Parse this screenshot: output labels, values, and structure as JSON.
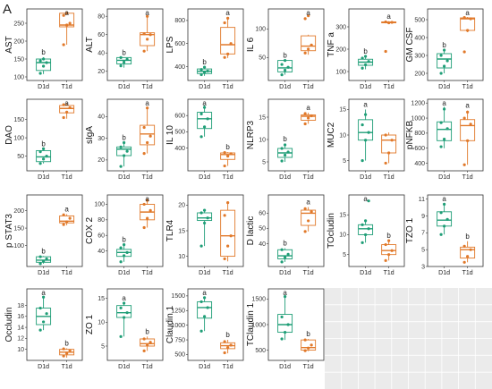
{
  "figure": {
    "panel_label": "A",
    "colors": {
      "d1": "#1f9e77",
      "t1": "#e1792a",
      "blank_grid": "#ebebeb"
    }
  },
  "chart_data": [
    {
      "type": "box",
      "ylabel": "AST",
      "ticks": [
        100,
        150,
        200,
        250
      ],
      "ylim": [
        90,
        290
      ],
      "grid": false,
      "categories": [
        "D1d",
        "T1d"
      ],
      "series": [
        {
          "name": "D1d",
          "q1": 118,
          "median": 140,
          "q3": 150,
          "whisker_low": 108,
          "whisker_high": 155,
          "points": [
            110,
            130,
            140,
            145,
            150
          ],
          "sig": "b"
        },
        {
          "name": "T1d",
          "q1": 240,
          "median": 245,
          "q3": 278,
          "whisker_low": 190,
          "whisker_high": 278,
          "points": [
            190,
            245,
            250,
            272,
            278
          ],
          "sig": "a"
        }
      ]
    },
    {
      "type": "box",
      "ylabel": "ALT",
      "ticks": [
        20,
        40,
        60,
        80
      ],
      "ylim": [
        10,
        88
      ],
      "grid": false,
      "categories": [
        "D1d",
        "T1d"
      ],
      "series": [
        {
          "name": "D1d",
          "q1": 28,
          "median": 32,
          "q3": 35,
          "whisker_low": 24,
          "whisker_high": 35,
          "points": [
            26,
            30,
            33,
            35
          ],
          "sig": "b"
        },
        {
          "name": "T1d",
          "q1": 48,
          "median": 60,
          "q3": 62,
          "whisker_low": 42,
          "whisker_high": 80,
          "points": [
            42,
            55,
            60,
            61,
            80
          ],
          "sig": "a"
        }
      ]
    },
    {
      "type": "box",
      "ylabel": "LPS",
      "ticks": [
        400,
        600,
        800
      ],
      "ylim": [
        280,
        900
      ],
      "grid": false,
      "categories": [
        "D1d",
        "T1d"
      ],
      "series": [
        {
          "name": "D1d",
          "q1": 340,
          "median": 360,
          "q3": 380,
          "whisker_low": 320,
          "whisker_high": 395,
          "points": [
            330,
            350,
            362,
            375,
            395
          ],
          "sig": "b"
        },
        {
          "name": "T1d",
          "q1": 510,
          "median": 590,
          "q3": 740,
          "whisker_low": 475,
          "whisker_high": 830,
          "points": [
            480,
            510,
            600,
            780,
            820
          ],
          "sig": "a"
        }
      ]
    },
    {
      "type": "box",
      "ylabel": "IL 6",
      "ticks": [
        50,
        100
      ],
      "ylim": [
        10,
        135
      ],
      "grid": false,
      "categories": [
        "D1d",
        "T1d"
      ],
      "series": [
        {
          "name": "D1d",
          "q1": 25,
          "median": 32,
          "q3": 45,
          "whisker_low": 20,
          "whisker_high": 45,
          "points": [
            20,
            28,
            33,
            38,
            45
          ],
          "sig": "b"
        },
        {
          "name": "T1d",
          "q1": 62,
          "median": 70,
          "q3": 88,
          "whisker_low": 55,
          "whisker_high": 90,
          "points": [
            58,
            65,
            72,
            118,
            123
          ],
          "sig": "a"
        }
      ]
    },
    {
      "type": "box",
      "ylabel": "TNF a",
      "ticks": [
        100,
        200,
        300
      ],
      "ylim": [
        60,
        380
      ],
      "grid": false,
      "categories": [
        "D1d",
        "T1d"
      ],
      "series": [
        {
          "name": "D1d",
          "q1": 128,
          "median": 142,
          "q3": 155,
          "whisker_low": 110,
          "whisker_high": 168,
          "points": [
            115,
            130,
            145,
            160,
            168
          ],
          "sig": "b"
        },
        {
          "name": "T1d",
          "q1": 318,
          "median": 320,
          "q3": 322,
          "whisker_low": 316,
          "whisker_high": 325,
          "points": [
            190,
            318,
            320,
            322
          ],
          "sig": "a"
        }
      ]
    },
    {
      "type": "box",
      "ylabel": "GM CSF",
      "ticks": [
        200,
        300,
        400,
        500
      ],
      "ylim": [
        160,
        560
      ],
      "grid": false,
      "categories": [
        "D1d",
        "T1d"
      ],
      "series": [
        {
          "name": "D1d",
          "q1": 230,
          "median": 280,
          "q3": 310,
          "whisker_low": 200,
          "whisker_high": 330,
          "points": [
            200,
            240,
            270,
            300,
            330
          ],
          "sig": "b"
        },
        {
          "name": "T1d",
          "q1": 440,
          "median": 505,
          "q3": 510,
          "whisker_low": 430,
          "whisker_high": 515,
          "points": [
            320,
            440,
            505,
            512
          ],
          "sig": "a"
        }
      ]
    },
    {
      "type": "box",
      "ylabel": "DAO",
      "ticks": [
        50,
        100,
        150
      ],
      "ylim": [
        10,
        205
      ],
      "grid": false,
      "categories": [
        "D1d",
        "T1d"
      ],
      "series": [
        {
          "name": "D1d",
          "q1": 35,
          "median": 48,
          "q3": 65,
          "whisker_low": 30,
          "whisker_high": 70,
          "points": [
            30,
            42,
            50,
            62,
            70
          ],
          "sig": "b"
        },
        {
          "name": "T1d",
          "q1": 168,
          "median": 180,
          "q3": 188,
          "whisker_low": 152,
          "whisker_high": 195,
          "points": [
            155,
            170,
            182,
            190
          ],
          "sig": "a"
        }
      ]
    },
    {
      "type": "box",
      "ylabel": "sIgA",
      "ticks": [
        20,
        30,
        40
      ],
      "ylim": [
        15,
        48
      ],
      "grid": false,
      "categories": [
        "D1d",
        "T1d"
      ],
      "series": [
        {
          "name": "D1d",
          "q1": 22,
          "median": 25,
          "q3": 26,
          "whisker_low": 17,
          "whisker_high": 28,
          "points": [
            17,
            22,
            24,
            26,
            28
          ],
          "sig": "b"
        },
        {
          "name": "T1d",
          "q1": 27,
          "median": 32,
          "q3": 36,
          "whisker_low": 23,
          "whisker_high": 44,
          "points": [
            23,
            28,
            31,
            35,
            44
          ],
          "sig": "a"
        }
      ]
    },
    {
      "type": "box",
      "ylabel": "IL 10",
      "ticks": [
        400,
        500,
        600
      ],
      "ylim": [
        260,
        700
      ],
      "grid": false,
      "categories": [
        "D1d",
        "T1d"
      ],
      "series": [
        {
          "name": "D1d",
          "q1": 520,
          "median": 580,
          "q3": 620,
          "whisker_low": 470,
          "whisker_high": 665,
          "points": [
            470,
            530,
            580,
            610,
            650
          ],
          "sig": "a"
        },
        {
          "name": "T1d",
          "q1": 330,
          "median": 360,
          "q3": 370,
          "whisker_low": 290,
          "whisker_high": 375,
          "points": [
            290,
            350,
            365,
            372
          ],
          "sig": "b"
        }
      ]
    },
    {
      "type": "box",
      "ylabel": "NLRP3",
      "ticks": [
        5,
        10,
        15
      ],
      "ylim": [
        3,
        19
      ],
      "grid": false,
      "categories": [
        "D1d",
        "T1d"
      ],
      "series": [
        {
          "name": "D1d",
          "q1": 6,
          "median": 7,
          "q3": 8,
          "whisker_low": 5,
          "whisker_high": 9,
          "points": [
            5.2,
            6.5,
            7.2,
            8,
            8.8
          ],
          "sig": "b"
        },
        {
          "name": "T1d",
          "q1": 14.3,
          "median": 15.2,
          "q3": 15.5,
          "whisker_low": 13.5,
          "whisker_high": 16,
          "points": [
            13.5,
            14.8,
            15.3,
            15.8
          ],
          "sig": "a"
        }
      ]
    },
    {
      "type": "box",
      "ylabel": "MUC2",
      "ticks": [
        5,
        10,
        15
      ],
      "ylim": [
        3,
        17
      ],
      "grid": false,
      "categories": [
        "D1d",
        "T1d"
      ],
      "series": [
        {
          "name": "D1d",
          "q1": 9,
          "median": 10.5,
          "q3": 13,
          "whisker_low": 5,
          "whisker_high": 15,
          "points": [
            5,
            9,
            10.5,
            12,
            14
          ],
          "sig": "a"
        },
        {
          "name": "T1d",
          "q1": 6.5,
          "median": 9,
          "q3": 10,
          "whisker_low": 4.5,
          "whisker_high": 10.5,
          "points": [
            4.5,
            6.5,
            9,
            10
          ]
        }
      ]
    },
    {
      "type": "box",
      "ylabel": "pNFKB",
      "ticks": [
        400,
        600,
        800,
        1000,
        1200
      ],
      "ylim": [
        300,
        1250
      ],
      "grid": false,
      "categories": [
        "D1d",
        "T1d"
      ],
      "series": [
        {
          "name": "D1d",
          "q1": 700,
          "median": 850,
          "q3": 950,
          "whisker_low": 600,
          "whisker_high": 1150,
          "points": [
            620,
            720,
            860,
            940,
            1120
          ],
          "sig": "a"
        },
        {
          "name": "T1d",
          "q1": 700,
          "median": 900,
          "q3": 980,
          "whisker_low": 380,
          "whisker_high": 1100,
          "points": [
            380,
            700,
            920,
            1000,
            1080
          ],
          "sig": "a"
        }
      ]
    },
    {
      "type": "box",
      "ylabel": "p STAT3",
      "ticks": [
        100,
        150,
        200
      ],
      "ylim": [
        40,
        245
      ],
      "grid": false,
      "categories": [
        "D1d",
        "T1d"
      ],
      "series": [
        {
          "name": "D1d",
          "q1": 52,
          "median": 58,
          "q3": 68,
          "whisker_low": 48,
          "whisker_high": 70,
          "points": [
            48,
            55,
            62,
            68
          ],
          "sig": "b"
        },
        {
          "name": "T1d",
          "q1": 165,
          "median": 170,
          "q3": 185,
          "whisker_low": 158,
          "whisker_high": 190,
          "points": [
            160,
            168,
            178,
            188
          ],
          "sig": "a"
        }
      ]
    },
    {
      "type": "box",
      "ylabel": "COX 2",
      "ticks": [
        40,
        60,
        80,
        100
      ],
      "ylim": [
        20,
        112
      ],
      "grid": false,
      "categories": [
        "D1d",
        "T1d"
      ],
      "series": [
        {
          "name": "D1d",
          "q1": 33,
          "median": 38,
          "q3": 42,
          "whisker_low": 26,
          "whisker_high": 48,
          "points": [
            26,
            34,
            38,
            44,
            48
          ],
          "sig": "b"
        },
        {
          "name": "T1d",
          "q1": 80,
          "median": 90,
          "q3": 100,
          "whisker_low": 70,
          "whisker_high": 105,
          "points": [
            70,
            82,
            92,
            100,
            105
          ],
          "sig": "a"
        }
      ]
    },
    {
      "type": "box",
      "ylabel": "TLR4",
      "ticks": [
        10,
        15,
        20
      ],
      "ylim": [
        8,
        22
      ],
      "grid": false,
      "categories": [
        "D1d",
        "T1d"
      ],
      "series": [
        {
          "name": "D1d",
          "q1": 17,
          "median": 17.5,
          "q3": 18.5,
          "whisker_low": 12,
          "whisker_high": 19,
          "points": [
            12,
            16.5,
            17.5,
            18.5,
            19
          ]
        },
        {
          "name": "T1d",
          "q1": 10,
          "median": 14,
          "q3": 19,
          "whisker_low": 9,
          "whisker_high": 20.5,
          "points": [
            9.5,
            12,
            14,
            18,
            20.5
          ]
        }
      ]
    },
    {
      "type": "box",
      "ylabel": "D lactic",
      "ticks": [
        40,
        50,
        60
      ],
      "ylim": [
        25,
        72
      ],
      "grid": false,
      "categories": [
        "D1d",
        "T1d"
      ],
      "series": [
        {
          "name": "D1d",
          "q1": 30,
          "median": 32,
          "q3": 36,
          "whisker_low": 28,
          "whisker_high": 37,
          "points": [
            28,
            31,
            33,
            36
          ],
          "sig": "b"
        },
        {
          "name": "T1d",
          "q1": 52,
          "median": 60,
          "q3": 62,
          "whisker_low": 48,
          "whisker_high": 64,
          "points": [
            48,
            55,
            61,
            63
          ],
          "sig": "a"
        }
      ]
    },
    {
      "type": "box",
      "ylabel": "TOcludin",
      "ticks": [
        5,
        10,
        15
      ],
      "ylim": [
        2,
        20
      ],
      "grid": false,
      "categories": [
        "D1d",
        "T1d"
      ],
      "series": [
        {
          "name": "D1d",
          "q1": 10,
          "median": 11.5,
          "q3": 12.5,
          "whisker_low": 8,
          "whisker_high": 13.5,
          "points": [
            8,
            10,
            11.5,
            12.5,
            13.5,
            18.5
          ],
          "sig": "a"
        },
        {
          "name": "T1d",
          "q1": 5,
          "median": 6,
          "q3": 7.5,
          "whisker_low": 3.5,
          "whisker_high": 8.5,
          "points": [
            3.5,
            5,
            6,
            7.5,
            8.5
          ],
          "sig": "b"
        }
      ]
    },
    {
      "type": "box",
      "ylabel": "TZO 1",
      "ticks": [
        3,
        5,
        7,
        9,
        11
      ],
      "ylim": [
        3,
        11.5
      ],
      "grid": false,
      "categories": [
        "D1d",
        "T1d"
      ],
      "series": [
        {
          "name": "D1d",
          "q1": 7.8,
          "median": 8.5,
          "q3": 9.5,
          "whisker_low": 6.8,
          "whisker_high": 10.5,
          "points": [
            6.8,
            7.8,
            8.6,
            9.4,
            10.4
          ],
          "sig": "a"
        },
        {
          "name": "T1d",
          "q1": 4,
          "median": 5,
          "q3": 5.3,
          "whisker_low": 3.5,
          "whisker_high": 6,
          "points": [
            3.5,
            4.2,
            5,
            5.4
          ],
          "sig": "b"
        }
      ]
    },
    {
      "type": "box",
      "ylabel": "Occludin",
      "ticks": [
        10,
        12,
        14,
        16,
        18
      ],
      "ylim": [
        8,
        21
      ],
      "grid": false,
      "categories": [
        "D1d",
        "T1d"
      ],
      "series": [
        {
          "name": "D1d",
          "q1": 14.5,
          "median": 16,
          "q3": 17.5,
          "whisker_low": 13.5,
          "whisker_high": 19.5,
          "points": [
            13.5,
            15,
            16.5,
            17.5,
            19.5
          ],
          "sig": "a"
        },
        {
          "name": "T1d",
          "q1": 9,
          "median": 9.5,
          "q3": 10,
          "whisker_low": 8.5,
          "whisker_high": 10.2,
          "points": [
            8.8,
            9.3,
            9.8,
            10.1
          ],
          "sig": "b"
        }
      ]
    },
    {
      "type": "box",
      "ylabel": "ZO 1",
      "ticks": [
        5,
        10,
        15
      ],
      "ylim": [
        2,
        17
      ],
      "grid": false,
      "categories": [
        "D1d",
        "T1d"
      ],
      "series": [
        {
          "name": "D1d",
          "q1": 11,
          "median": 12,
          "q3": 13.5,
          "whisker_low": 7,
          "whisker_high": 14,
          "points": [
            7,
            11,
            12,
            13,
            14
          ],
          "sig": "a"
        },
        {
          "name": "T1d",
          "q1": 5,
          "median": 5.5,
          "q3": 6.5,
          "whisker_low": 4,
          "whisker_high": 7,
          "points": [
            4,
            5.2,
            5.8,
            6.5
          ],
          "sig": "b"
        }
      ]
    },
    {
      "type": "box",
      "ylabel": "Claudin 1",
      "ticks": [
        500,
        750,
        1000,
        1250,
        1500
      ],
      "ylim": [
        400,
        1620
      ],
      "grid": false,
      "categories": [
        "D1d",
        "T1d"
      ],
      "series": [
        {
          "name": "D1d",
          "q1": 1120,
          "median": 1300,
          "q3": 1400,
          "whisker_low": 900,
          "whisker_high": 1480,
          "points": [
            900,
            1150,
            1300,
            1400,
            1470
          ],
          "sig": "a"
        },
        {
          "name": "T1d",
          "q1": 600,
          "median": 650,
          "q3": 700,
          "whisker_low": 520,
          "whisker_high": 750,
          "points": [
            530,
            620,
            660,
            720
          ],
          "sig": "b"
        }
      ]
    },
    {
      "type": "box",
      "ylabel": "TClaudin 1",
      "ticks": [
        500,
        1000,
        1500
      ],
      "ylim": [
        300,
        1700
      ],
      "grid": false,
      "categories": [
        "D1d",
        "T1d"
      ],
      "series": [
        {
          "name": "D1d",
          "q1": 850,
          "median": 1000,
          "q3": 1200,
          "whisker_low": 700,
          "whisker_high": 1580,
          "points": [
            720,
            850,
            1000,
            1150,
            1550
          ],
          "sig": "a"
        },
        {
          "name": "T1d",
          "q1": 500,
          "median": 550,
          "q3": 700,
          "whisker_low": 480,
          "whisker_high": 720,
          "points": [
            490,
            540,
            600,
            700
          ],
          "sig": "b"
        }
      ]
    }
  ]
}
